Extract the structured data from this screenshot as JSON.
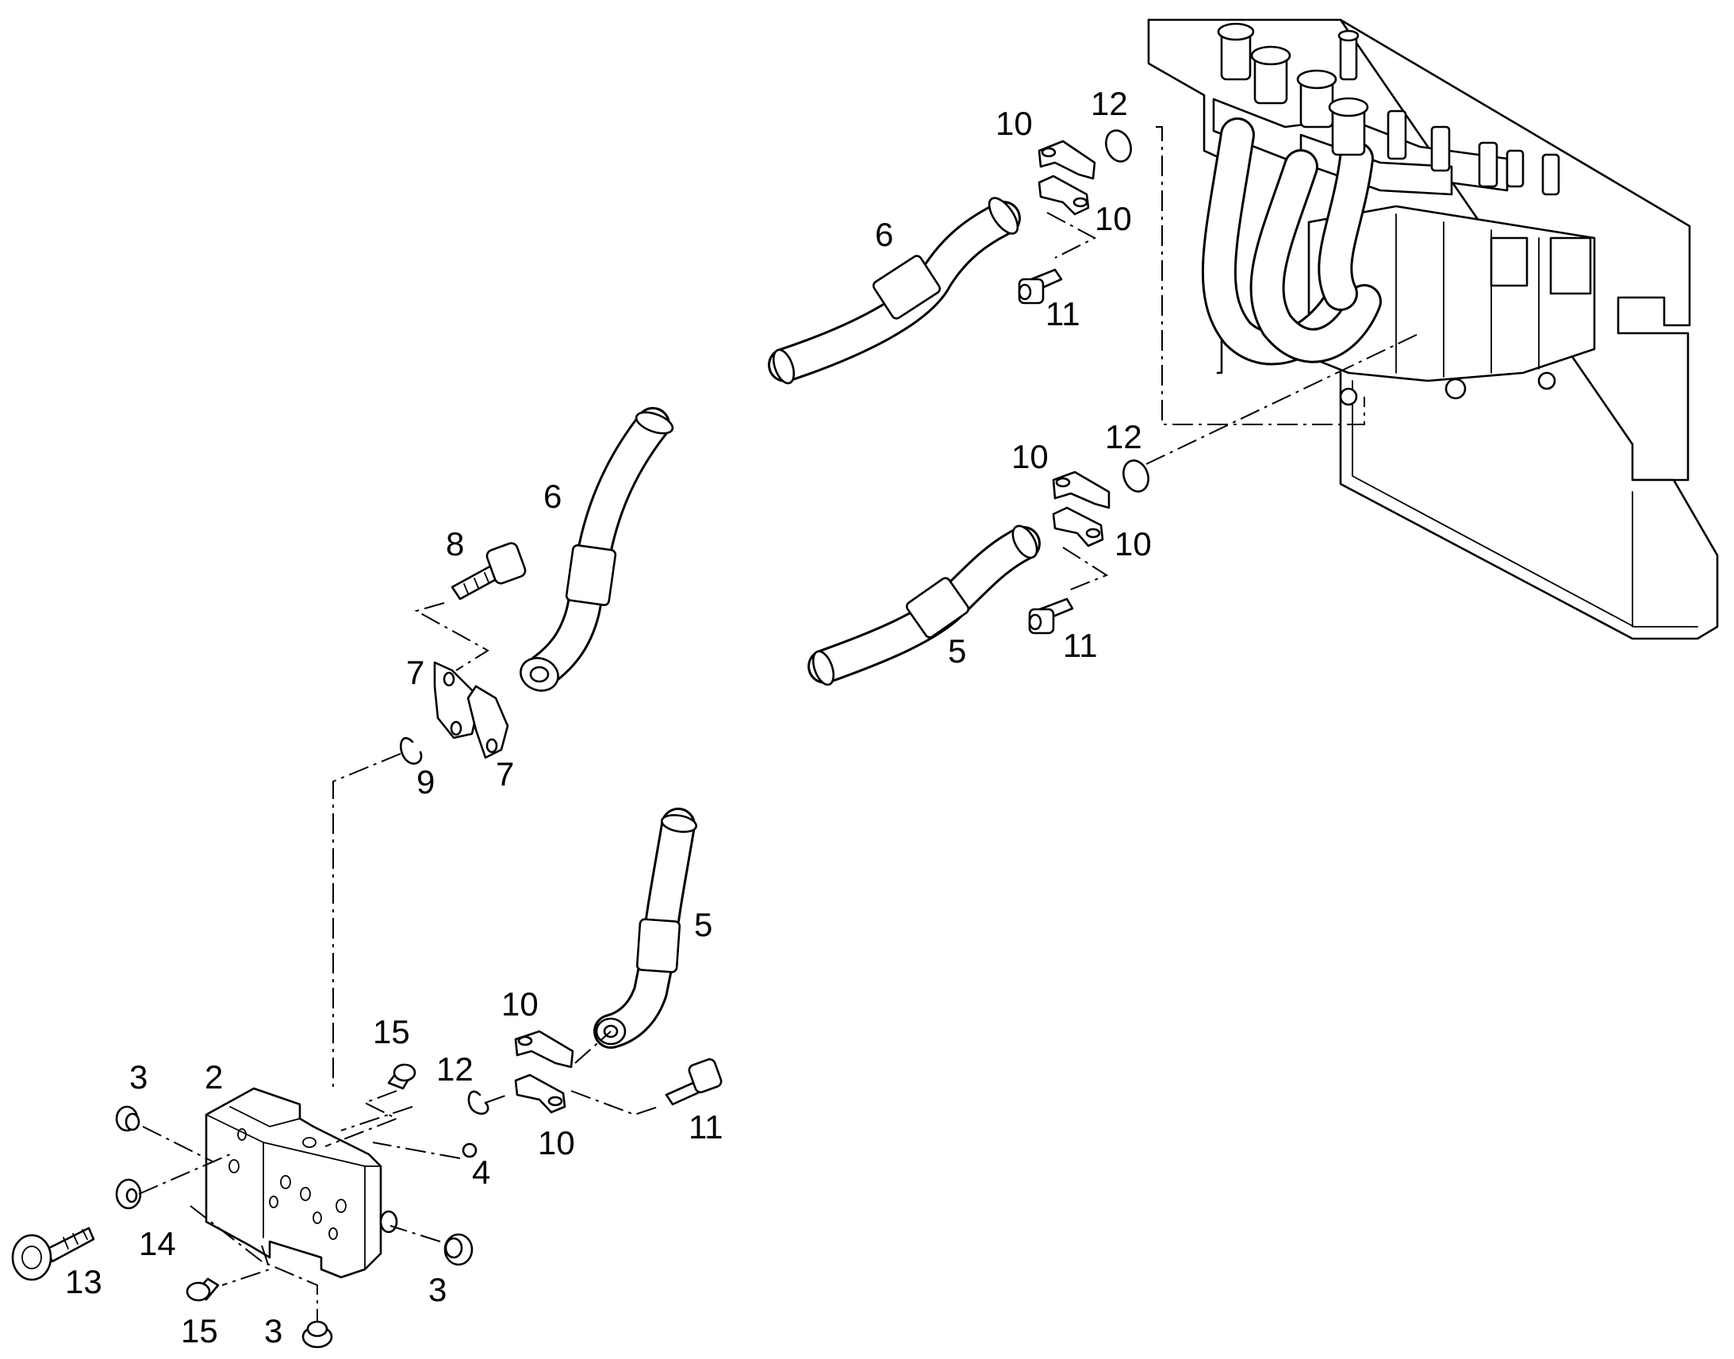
{
  "callouts": {
    "c1": "12",
    "c2": "10",
    "c3": "10",
    "c4": "6",
    "c5": "11",
    "c6": "6",
    "c7": "12",
    "c8": "10",
    "c9": "8",
    "c10": "10",
    "c11": "7",
    "c12": "5",
    "c13": "11",
    "c14": "7",
    "c15": "9",
    "c16": "5",
    "c17": "10",
    "c18": "15",
    "c19": "3",
    "c20": "2",
    "c21": "12",
    "c22": "11",
    "c23": "4",
    "c24": "10",
    "c25": "14",
    "c26": "13",
    "c27": "3",
    "c28": "15",
    "c29": "3"
  },
  "colors": {
    "line": "#000000",
    "background": "#ffffff"
  }
}
